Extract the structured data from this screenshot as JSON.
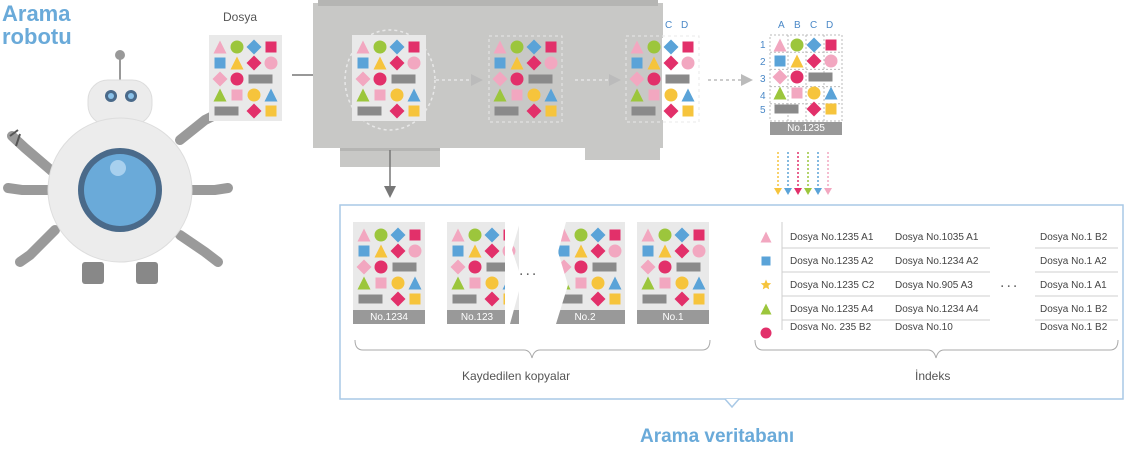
{
  "robot": {
    "title_line1": "Arama",
    "title_line2": "robotu"
  },
  "document": {
    "label": "Dosya"
  },
  "grid": {
    "columns": [
      "A",
      "B",
      "C",
      "D"
    ],
    "rows": [
      "1",
      "2",
      "3",
      "4",
      "5"
    ],
    "processing_columns": [
      "C",
      "D"
    ],
    "record_label": "No.1235"
  },
  "saved_copies": {
    "labels": [
      "No.1234",
      "No.123",
      "No.2",
      "No.1"
    ],
    "ellipsis": "...",
    "caption": "Kaydedilen kopyalar"
  },
  "index": {
    "caption": "İndeks",
    "ellipsis": "...",
    "rows": [
      {
        "icon": "triangle-pink-icon",
        "c1": "Dosya No.1235 A1",
        "c2": "Dosya No.1035 A1",
        "c3": "Dosya No.1 B2"
      },
      {
        "icon": "square-blue-icon",
        "c1": "Dosya No.1235 A2",
        "c2": "Dosya No.1234 A2",
        "c3": "Dosya No.1 A2"
      },
      {
        "icon": "star-yellow-icon",
        "c1": "Dosya No.1235 C2",
        "c2": "Dosya No.905 A3",
        "c3": "Dosya No.1 A1"
      },
      {
        "icon": "triangle-green-icon",
        "c1": "Dosya No.1235 A4",
        "c2": "Dosya No.1234 A4",
        "c3": "Dosya No.1 B2"
      },
      {
        "icon": "circle-red-icon",
        "c1": "Dosya No. 235 B2",
        "c2": "Dosya No.10",
        "c3": "Dosya No.1 B2"
      }
    ]
  },
  "database": {
    "title": "Arama veritabanı"
  },
  "colors": {
    "robot_title": "#6aaad9",
    "machine": "#c8c8c6",
    "pink": "#f2a7c0",
    "green": "#9cc63c",
    "blue": "#5aa3d8",
    "magenta": "#e2306a",
    "yellow": "#f6c43c",
    "gray": "#8a8a8a",
    "frame": "#a9c9e6"
  }
}
